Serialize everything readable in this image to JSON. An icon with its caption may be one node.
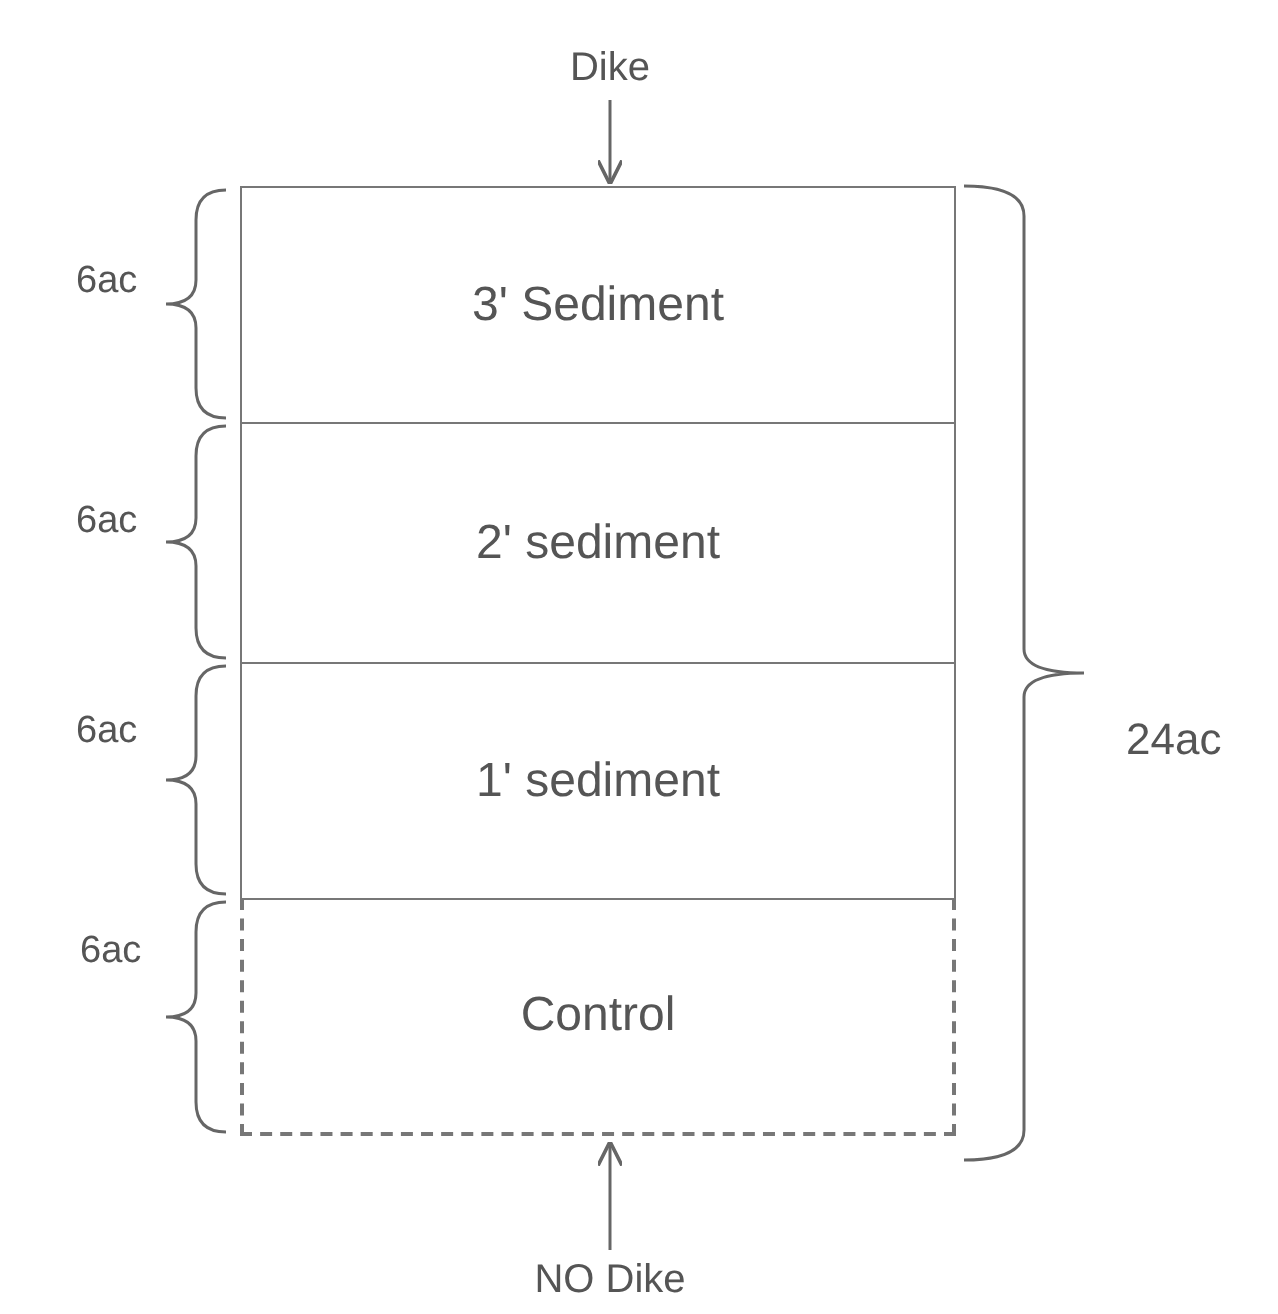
{
  "diagram": {
    "nodes": [
      {
        "text": [
          "Dike"
        ]
      },
      {
        "text": [
          "3' Sediment"
        ]
      },
      {
        "text": [
          "2' sediment"
        ]
      },
      {
        "text": [
          "1' sediment"
        ]
      },
      {
        "text": [
          "Control"
        ]
      },
      {
        "text": [
          "NO Dike"
        ]
      }
    ],
    "edges": [
      {
        "from": 0,
        "to": 1,
        "arrow": "to"
      },
      {
        "from": 5,
        "to": 4,
        "arrow": "to"
      }
    ],
    "labels": [
      "6ac",
      "6ac",
      "6ac",
      "6ac",
      "24ac"
    ]
  }
}
